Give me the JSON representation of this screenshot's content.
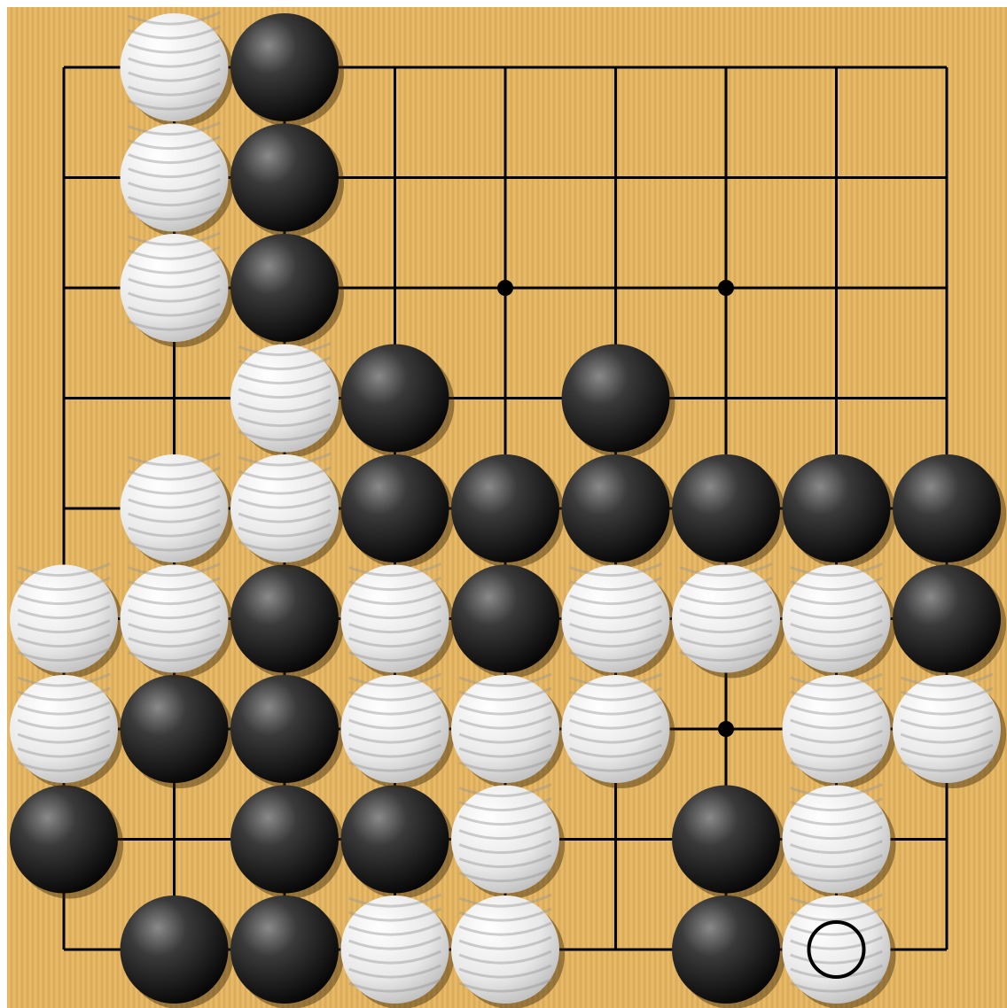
{
  "board": {
    "size": 9,
    "colors": {
      "wood": "#e0b25e",
      "wood_grain": "#c89a48",
      "line": "#000000",
      "black_stone": "#1a1a1a",
      "white_stone": "#f2f2f2"
    },
    "star_points": [
      [
        2,
        4
      ],
      [
        2,
        6
      ],
      [
        6,
        6
      ]
    ],
    "last_move": [
      8,
      7
    ],
    "stones": {
      "black": [
        [
          0,
          2
        ],
        [
          1,
          2
        ],
        [
          2,
          2
        ],
        [
          3,
          3
        ],
        [
          3,
          5
        ],
        [
          4,
          3
        ],
        [
          4,
          4
        ],
        [
          4,
          5
        ],
        [
          4,
          6
        ],
        [
          4,
          7
        ],
        [
          4,
          8
        ],
        [
          5,
          2
        ],
        [
          5,
          4
        ],
        [
          5,
          8
        ],
        [
          6,
          1
        ],
        [
          6,
          2
        ],
        [
          7,
          0
        ],
        [
          7,
          2
        ],
        [
          7,
          3
        ],
        [
          7,
          6
        ],
        [
          8,
          1
        ],
        [
          8,
          2
        ],
        [
          8,
          6
        ]
      ],
      "white": [
        [
          0,
          1
        ],
        [
          1,
          1
        ],
        [
          2,
          1
        ],
        [
          3,
          2
        ],
        [
          4,
          1
        ],
        [
          4,
          2
        ],
        [
          5,
          0
        ],
        [
          5,
          1
        ],
        [
          5,
          3
        ],
        [
          5,
          5
        ],
        [
          5,
          6
        ],
        [
          5,
          7
        ],
        [
          6,
          0
        ],
        [
          6,
          3
        ],
        [
          6,
          4
        ],
        [
          6,
          5
        ],
        [
          6,
          7
        ],
        [
          6,
          8
        ],
        [
          7,
          4
        ],
        [
          7,
          7
        ],
        [
          8,
          3
        ],
        [
          8,
          4
        ],
        [
          8,
          7
        ]
      ]
    }
  }
}
